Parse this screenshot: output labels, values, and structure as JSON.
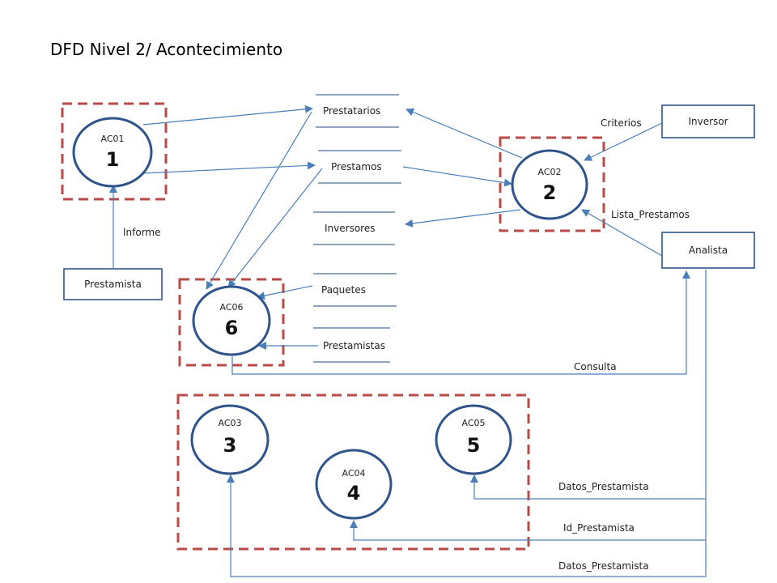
{
  "title": "DFD Nivel 2/ Acontecimiento",
  "processes": [
    {
      "id": "AC01",
      "num": "1"
    },
    {
      "id": "AC02",
      "num": "2"
    },
    {
      "id": "AC06",
      "num": "6"
    },
    {
      "id": "AC03",
      "num": "3"
    },
    {
      "id": "AC04",
      "num": "4"
    },
    {
      "id": "AC05",
      "num": "5"
    }
  ],
  "entities": {
    "prestamista": "Prestamista",
    "inversor": "Inversor",
    "analista": "Analista"
  },
  "stores": [
    "Prestatarios",
    "Prestamos",
    "Inversores",
    "Paquetes",
    "Prestamistas"
  ],
  "flows": {
    "informe": "Informe",
    "criterios": "Criterios",
    "lista_prestamos": "Lista_Prestamos",
    "consulta": "Consulta",
    "datos_prestamista_1": "Datos_Prestamista",
    "id_prestamista": "Id_Prestamista",
    "datos_prestamista_2": "Datos_Prestamista"
  },
  "colors": {
    "process_stroke": "#2e5489",
    "boundary_dash": "#b84a47",
    "flow_line": "#4a7eb9"
  }
}
